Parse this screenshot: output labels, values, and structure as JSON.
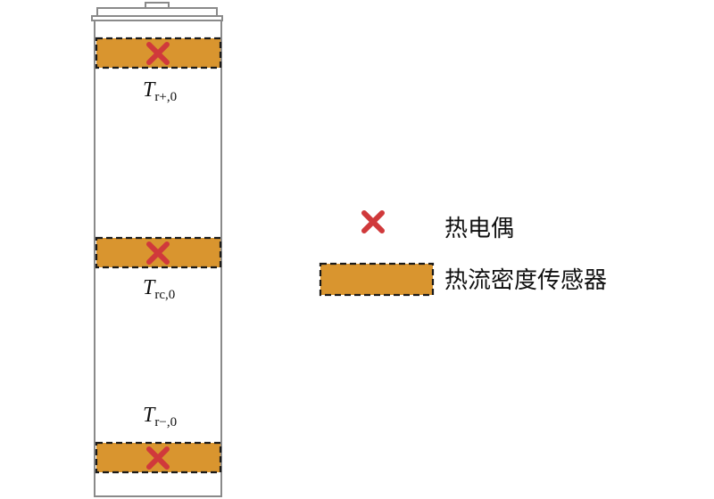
{
  "colors": {
    "battery_outline": "#8a8a8a",
    "sensor_fill": "#d9952f",
    "sensor_border": "#1a1a1a",
    "thermocouple": "#d0393b",
    "text": "#111111"
  },
  "labels": {
    "top": {
      "main": "T",
      "sub": "r+,0"
    },
    "middle": {
      "main": "T",
      "sub": "rc,0"
    },
    "bottom": {
      "main": "T",
      "sub": "r−,0"
    }
  },
  "legend": {
    "thermocouple": {
      "icon": "x-mark-icon",
      "label": "热电偶"
    },
    "sensor": {
      "icon": "heat-flux-sensor-icon",
      "label": "热流密度传感器"
    }
  }
}
